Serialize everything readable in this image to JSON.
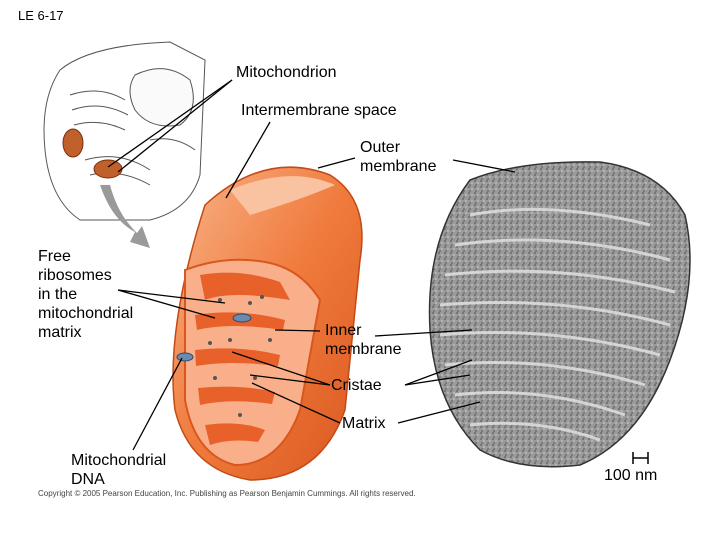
{
  "figure_id": "LE 6-17",
  "labels": {
    "mitochondrion": "Mitochondrion",
    "intermembrane_space": "Intermembrane space",
    "outer_membrane": "Outer\nmembrane",
    "free_ribosomes": "Free\nribosomes\nin the\nmitochondrial\nmatrix",
    "inner_membrane": "Inner\nmembrane",
    "cristae": "Cristae",
    "matrix": "Matrix",
    "mitochondrial_dna": "Mitochondrial\nDNA",
    "scale_bar": "100 nm"
  },
  "copyright": "Copyright © 2005 Pearson Education, Inc. Publishing as Pearson Benjamin Cummings. All rights reserved.",
  "colors": {
    "outer": "#f07a3c",
    "inner_fold": "#e8602a",
    "intermembrane": "#f9b08a",
    "matrix": "#f4a37a",
    "micrograph": "#8a8a8a"
  }
}
